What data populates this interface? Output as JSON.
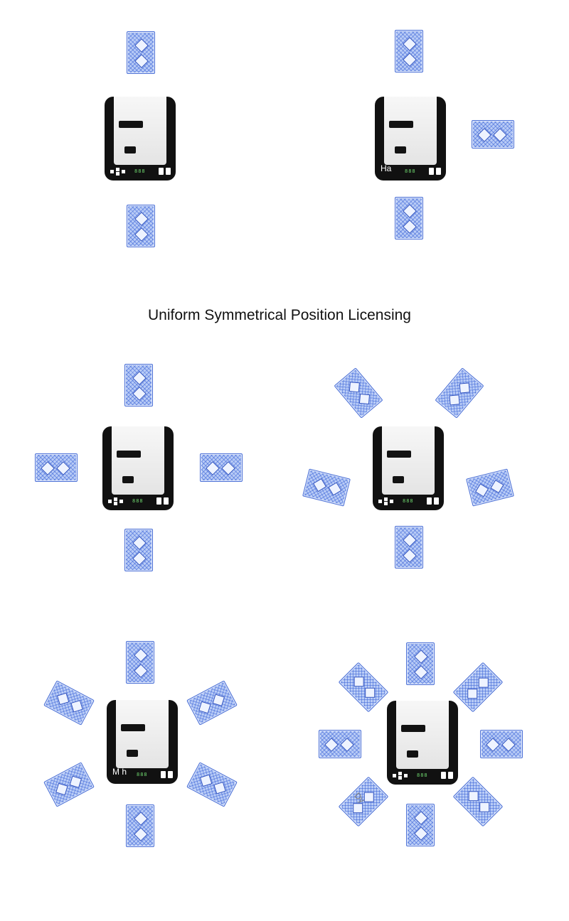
{
  "title": "Uniform Symmetrical Position Licensing",
  "labels": {
    "scene2_machine": "Ha",
    "scene5_machine": "M  h",
    "scene6_card": "Dy"
  },
  "colors": {
    "card_border": "#4a6fd6",
    "card_fill": "#b9ccf6",
    "machine": "#111111",
    "display": "#6dd36d"
  }
}
